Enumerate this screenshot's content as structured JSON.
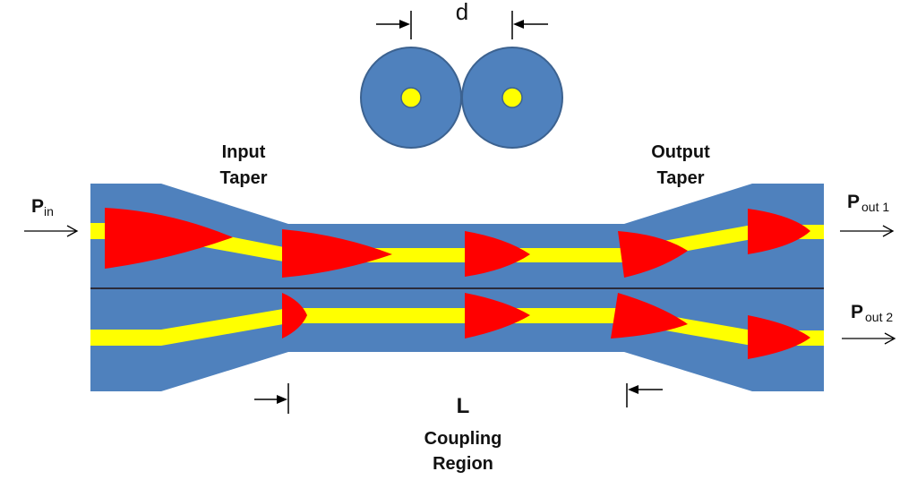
{
  "labels": {
    "d": "d",
    "input_taper_line1": "Input",
    "input_taper_line2": "Taper",
    "output_taper_line1": "Output",
    "output_taper_line2": "Taper",
    "p_in_main": "P",
    "p_in_sub": "in",
    "p_out1_main": "P",
    "p_out1_sub": "out 1",
    "p_out2_main": "P",
    "p_out2_sub": "out 2",
    "L": "L",
    "coupling_line1": "Coupling",
    "coupling_line2": "Region"
  },
  "colors": {
    "fiber": "#4f81bd",
    "fiber_edge": "#3c6290",
    "core": "#ffff00",
    "pulse": "#ff0000",
    "line": "#000000",
    "text": "#111111"
  }
}
